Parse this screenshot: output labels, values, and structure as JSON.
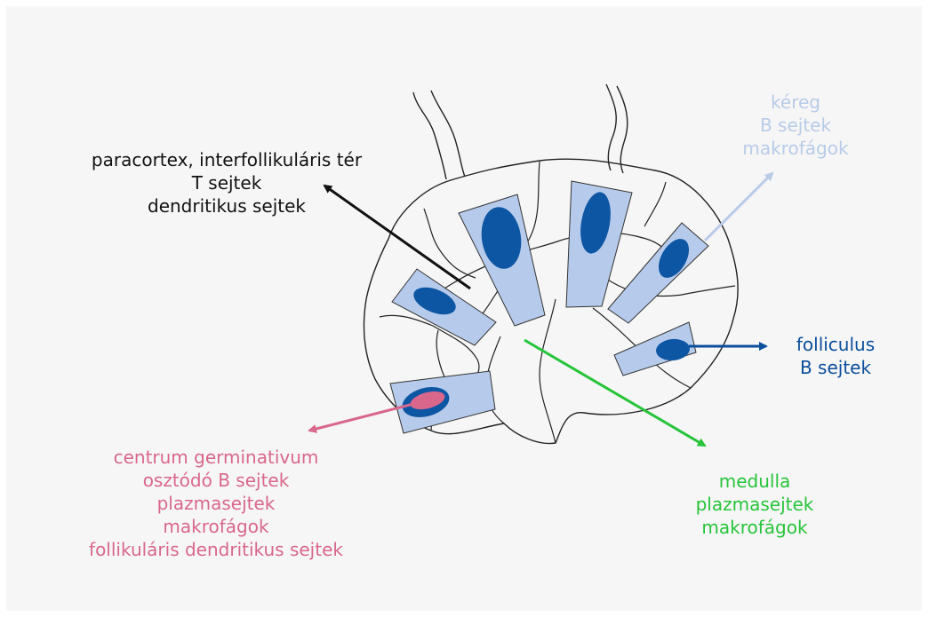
{
  "colors": {
    "background": "#f6f6f6",
    "outline": "#222222",
    "follicle_fill": "#b6cbeb",
    "nodule": "#0d56a4",
    "germinal_center": "#d9678b",
    "paracortex": "#111111",
    "cortex": "#b8cbe8",
    "folliculus": "#0a4e9c",
    "medulla": "#27c43a",
    "centrum": "#d9678b"
  },
  "labels": {
    "paracortex": [
      "paracortex, interfollikuláris tér",
      "T sejtek",
      "dendritikus sejtek"
    ],
    "kereg": [
      "kéreg",
      "B sejtek",
      "makrofágok"
    ],
    "folliculus": [
      "folliculus",
      "B sejtek"
    ],
    "medulla": [
      "medulla",
      "plazmasejtek",
      "makrofágok"
    ],
    "centrum": [
      "centrum germinativum",
      "osztódó B sejtek",
      "plazmasejtek",
      "makrofágok",
      "follikuláris dendritikus sejtek"
    ]
  }
}
